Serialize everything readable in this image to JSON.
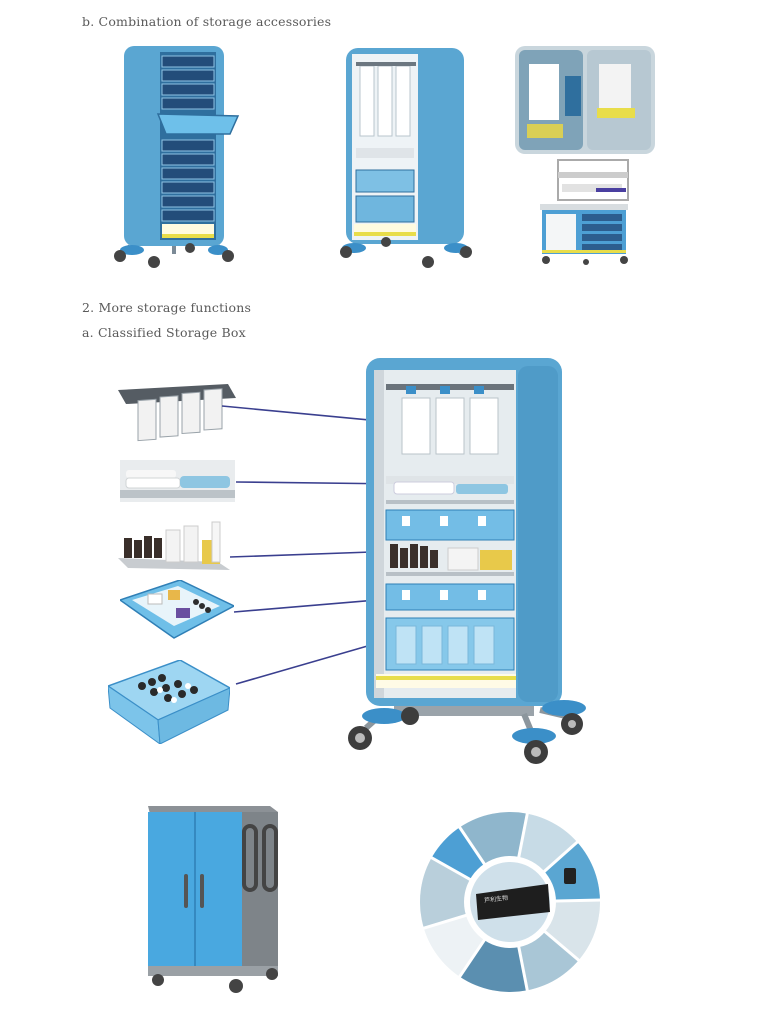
{
  "headings": {
    "combination": "b. Combination of storage accessories",
    "more_functions": "2. More storage functions",
    "classified_box": "a. Classified Storage Box"
  },
  "colors": {
    "cabinet_blue": "#5aa6d2",
    "cabinet_dark": "#2f6f9e",
    "drawer_navy": "#234d7a",
    "accent_yellow": "#e8dd4a",
    "leader_line": "#3a3f8f",
    "door_blue": "#49a8e0",
    "frame_grey": "#8c9196"
  },
  "icons": {
    "cart_wheel": "caster-wheel-icon",
    "lock": "lock-icon",
    "handle": "door-handle-icon"
  },
  "brand_label": "芦利生物"
}
